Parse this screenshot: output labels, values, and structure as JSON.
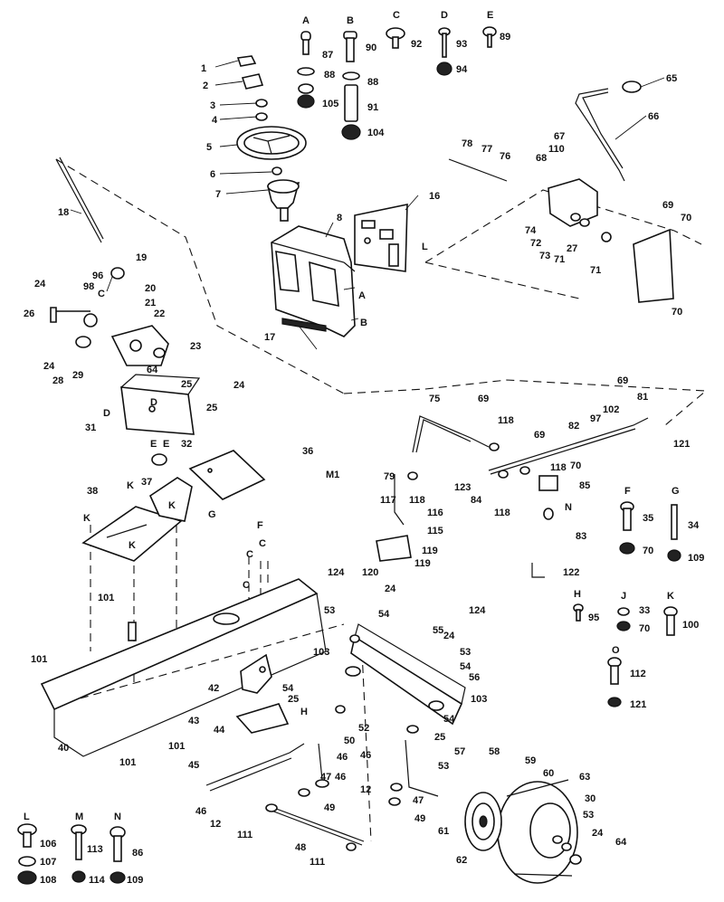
{
  "diagram": {
    "callouts": [
      {
        "id": "c1",
        "text": "1"
      },
      {
        "id": "c2",
        "text": "2"
      },
      {
        "id": "c3",
        "text": "3"
      },
      {
        "id": "c4",
        "text": "4"
      },
      {
        "id": "c5",
        "text": "5"
      },
      {
        "id": "c6",
        "text": "6"
      },
      {
        "id": "c7",
        "text": "7"
      },
      {
        "id": "c8",
        "text": "8"
      },
      {
        "id": "c16",
        "text": "16"
      },
      {
        "id": "c17",
        "text": "17"
      },
      {
        "id": "c18",
        "text": "18"
      },
      {
        "id": "c19",
        "text": "19"
      },
      {
        "id": "c20",
        "text": "20"
      },
      {
        "id": "c21",
        "text": "21"
      },
      {
        "id": "c22",
        "text": "22"
      },
      {
        "id": "c23",
        "text": "23"
      },
      {
        "id": "c24a",
        "text": "24"
      },
      {
        "id": "c24b",
        "text": "24"
      },
      {
        "id": "c24c",
        "text": "24"
      },
      {
        "id": "c24d",
        "text": "24"
      },
      {
        "id": "c24e",
        "text": "24"
      },
      {
        "id": "c24f",
        "text": "24"
      },
      {
        "id": "c25a",
        "text": "25"
      },
      {
        "id": "c25b",
        "text": "25"
      },
      {
        "id": "c25c",
        "text": "25"
      },
      {
        "id": "c25d",
        "text": "25"
      },
      {
        "id": "c26",
        "text": "26"
      },
      {
        "id": "c27",
        "text": "27"
      },
      {
        "id": "c28",
        "text": "28"
      },
      {
        "id": "c29",
        "text": "29"
      },
      {
        "id": "c30",
        "text": "30"
      },
      {
        "id": "c31",
        "text": "31"
      },
      {
        "id": "c32",
        "text": "32"
      },
      {
        "id": "c33",
        "text": "33"
      },
      {
        "id": "c34",
        "text": "34"
      },
      {
        "id": "c35",
        "text": "35"
      },
      {
        "id": "c36",
        "text": "36"
      },
      {
        "id": "c37",
        "text": "37"
      },
      {
        "id": "c38",
        "text": "38"
      },
      {
        "id": "c40",
        "text": "40"
      },
      {
        "id": "c42",
        "text": "42"
      },
      {
        "id": "c43",
        "text": "43"
      },
      {
        "id": "c44",
        "text": "44"
      },
      {
        "id": "c45",
        "text": "45"
      },
      {
        "id": "c46a",
        "text": "46"
      },
      {
        "id": "c46b",
        "text": "46"
      },
      {
        "id": "c46c",
        "text": "46"
      },
      {
        "id": "c46d",
        "text": "46"
      },
      {
        "id": "c47a",
        "text": "47"
      },
      {
        "id": "c47b",
        "text": "47"
      },
      {
        "id": "c48",
        "text": "48"
      },
      {
        "id": "c49a",
        "text": "49"
      },
      {
        "id": "c49b",
        "text": "49"
      },
      {
        "id": "c50",
        "text": "50"
      },
      {
        "id": "c52",
        "text": "52"
      },
      {
        "id": "c53a",
        "text": "53"
      },
      {
        "id": "c53b",
        "text": "53"
      },
      {
        "id": "c53c",
        "text": "53"
      },
      {
        "id": "c53d",
        "text": "53"
      },
      {
        "id": "c54a",
        "text": "54"
      },
      {
        "id": "c54b",
        "text": "54"
      },
      {
        "id": "c54c",
        "text": "54"
      },
      {
        "id": "c54d",
        "text": "54"
      },
      {
        "id": "c55",
        "text": "55"
      },
      {
        "id": "c56",
        "text": "56"
      },
      {
        "id": "c57",
        "text": "57"
      },
      {
        "id": "c58",
        "text": "58"
      },
      {
        "id": "c59",
        "text": "59"
      },
      {
        "id": "c60",
        "text": "60"
      },
      {
        "id": "c61",
        "text": "61"
      },
      {
        "id": "c62",
        "text": "62"
      },
      {
        "id": "c63",
        "text": "63"
      },
      {
        "id": "c64a",
        "text": "64"
      },
      {
        "id": "c64b",
        "text": "64"
      },
      {
        "id": "c65",
        "text": "65"
      },
      {
        "id": "c66",
        "text": "66"
      },
      {
        "id": "c67",
        "text": "67"
      },
      {
        "id": "c68",
        "text": "68"
      },
      {
        "id": "c69a",
        "text": "69"
      },
      {
        "id": "c69b",
        "text": "69"
      },
      {
        "id": "c69c",
        "text": "69"
      },
      {
        "id": "c69d",
        "text": "69"
      },
      {
        "id": "c70a",
        "text": "70"
      },
      {
        "id": "c70b",
        "text": "70"
      },
      {
        "id": "c70c",
        "text": "70"
      },
      {
        "id": "c70d",
        "text": "70"
      },
      {
        "id": "c70e",
        "text": "70"
      },
      {
        "id": "c71a",
        "text": "71"
      },
      {
        "id": "c71b",
        "text": "71"
      },
      {
        "id": "c72",
        "text": "72"
      },
      {
        "id": "c73",
        "text": "73"
      },
      {
        "id": "c74",
        "text": "74"
      },
      {
        "id": "c75",
        "text": "75"
      },
      {
        "id": "c76",
        "text": "76"
      },
      {
        "id": "c77",
        "text": "77"
      },
      {
        "id": "c78",
        "text": "78"
      },
      {
        "id": "c79",
        "text": "79"
      },
      {
        "id": "c81",
        "text": "81"
      },
      {
        "id": "c82",
        "text": "82"
      },
      {
        "id": "c83",
        "text": "83"
      },
      {
        "id": "c84",
        "text": "84"
      },
      {
        "id": "c85",
        "text": "85"
      },
      {
        "id": "c86",
        "text": "86"
      },
      {
        "id": "c87",
        "text": "87"
      },
      {
        "id": "c88a",
        "text": "88"
      },
      {
        "id": "c88b",
        "text": "88"
      },
      {
        "id": "c89",
        "text": "89"
      },
      {
        "id": "c90",
        "text": "90"
      },
      {
        "id": "c91",
        "text": "91"
      },
      {
        "id": "c92",
        "text": "92"
      },
      {
        "id": "c93",
        "text": "93"
      },
      {
        "id": "c94",
        "text": "94"
      },
      {
        "id": "c95",
        "text": "95"
      },
      {
        "id": "c96",
        "text": "96"
      },
      {
        "id": "c97",
        "text": "97"
      },
      {
        "id": "c98",
        "text": "98"
      },
      {
        "id": "c100",
        "text": "100"
      },
      {
        "id": "c101a",
        "text": "101"
      },
      {
        "id": "c101b",
        "text": "101"
      },
      {
        "id": "c101c",
        "text": "101"
      },
      {
        "id": "c101d",
        "text": "101"
      },
      {
        "id": "c102",
        "text": "102"
      },
      {
        "id": "c103a",
        "text": "103"
      },
      {
        "id": "c103b",
        "text": "103"
      },
      {
        "id": "c104",
        "text": "104"
      },
      {
        "id": "c105",
        "text": "105"
      },
      {
        "id": "c106",
        "text": "106"
      },
      {
        "id": "c107",
        "text": "107"
      },
      {
        "id": "c108",
        "text": "108"
      },
      {
        "id": "c109a",
        "text": "109"
      },
      {
        "id": "c109b",
        "text": "109"
      },
      {
        "id": "c110",
        "text": "110"
      },
      {
        "id": "c111a",
        "text": "111"
      },
      {
        "id": "c111b",
        "text": "111"
      },
      {
        "id": "c112",
        "text": "112"
      },
      {
        "id": "c113",
        "text": "113"
      },
      {
        "id": "c114",
        "text": "114"
      },
      {
        "id": "c115",
        "text": "115"
      },
      {
        "id": "c116",
        "text": "116"
      },
      {
        "id": "c117",
        "text": "117"
      },
      {
        "id": "c118a",
        "text": "118"
      },
      {
        "id": "c118b",
        "text": "118"
      },
      {
        "id": "c118c",
        "text": "118"
      },
      {
        "id": "c118d",
        "text": "118"
      },
      {
        "id": "c119a",
        "text": "119"
      },
      {
        "id": "c119b",
        "text": "119"
      },
      {
        "id": "c120",
        "text": "120"
      },
      {
        "id": "c121a",
        "text": "121"
      },
      {
        "id": "c121b",
        "text": "121"
      },
      {
        "id": "c122",
        "text": "122"
      },
      {
        "id": "c123",
        "text": "123"
      },
      {
        "id": "c124a",
        "text": "124"
      },
      {
        "id": "c124b",
        "text": "124"
      },
      {
        "id": "c12a",
        "text": "12"
      },
      {
        "id": "c12b",
        "text": "12"
      }
    ],
    "letters": [
      {
        "id": "lA",
        "text": "A"
      },
      {
        "id": "lB",
        "text": "B"
      },
      {
        "id": "lC",
        "text": "C"
      },
      {
        "id": "lD",
        "text": "D"
      },
      {
        "id": "lE",
        "text": "E"
      },
      {
        "id": "lF",
        "text": "F"
      },
      {
        "id": "lG",
        "text": "G"
      },
      {
        "id": "lH",
        "text": "H"
      },
      {
        "id": "lJ",
        "text": "J"
      },
      {
        "id": "lK",
        "text": "K"
      },
      {
        "id": "lO",
        "text": "O"
      },
      {
        "id": "lL",
        "text": "L"
      },
      {
        "id": "lM",
        "text": "M"
      },
      {
        "id": "lN",
        "text": "N"
      },
      {
        "id": "mA",
        "text": "A"
      },
      {
        "id": "mB",
        "text": "B"
      },
      {
        "id": "mC",
        "text": "C"
      },
      {
        "id": "mD1",
        "text": "D"
      },
      {
        "id": "mD2",
        "text": "D"
      },
      {
        "id": "mE1",
        "text": "E"
      },
      {
        "id": "mE2",
        "text": "E"
      },
      {
        "id": "mF",
        "text": "F"
      },
      {
        "id": "mG",
        "text": "G"
      },
      {
        "id": "mH",
        "text": "H"
      },
      {
        "id": "mK1",
        "text": "K"
      },
      {
        "id": "mK2",
        "text": "K"
      },
      {
        "id": "mK3",
        "text": "K"
      },
      {
        "id": "mK4",
        "text": "K"
      },
      {
        "id": "mL",
        "text": "L"
      },
      {
        "id": "mM",
        "text": "M1"
      },
      {
        "id": "mN",
        "text": "N"
      },
      {
        "id": "mC2",
        "text": "C"
      },
      {
        "id": "mC3",
        "text": "C"
      },
      {
        "id": "mC4",
        "text": "C"
      }
    ]
  }
}
